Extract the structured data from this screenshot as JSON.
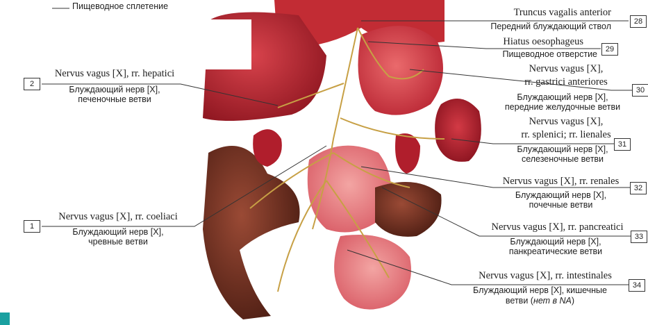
{
  "top_left_caption": "Пищеводное сплетение",
  "labels": {
    "n28": {
      "num": "28",
      "latin": "Truncus vagalis anterior",
      "russian": "Передний блуждающий ствол"
    },
    "n29": {
      "num": "29",
      "latin": "Hiatus oesophageus",
      "russian": "Пищеводное отверстие"
    },
    "n2": {
      "num": "2",
      "latin": "Nervus vagus [X], rr. hepatici",
      "russian_1": "Блуждающий нерв [X],",
      "russian_2": "печеночные ветви"
    },
    "n30": {
      "num": "30",
      "latin_1": "Nervus vagus [X],",
      "latin_2": "rr. gastrici anteriores",
      "russian_1": "Блуждающий нерв [X],",
      "russian_2": "передние желудочные ветви"
    },
    "n31": {
      "num": "31",
      "latin_1": "Nervus vagus [X],",
      "latin_2": "rr. splenici; rr. lienales",
      "russian_1": "Блуждающий нерв [X],",
      "russian_2": "селезеночные ветви"
    },
    "n32": {
      "num": "32",
      "latin": "Nervus vagus [X], rr. renales",
      "russian_1": "Блуждающий нерв [X],",
      "russian_2": "почечные ветви"
    },
    "n1": {
      "num": "1",
      "latin": "Nervus vagus [X], rr. coeliaci",
      "russian_1": "Блуждающий нерв [X],",
      "russian_2": "чревные ветви"
    },
    "n33": {
      "num": "33",
      "latin": "Nervus vagus [X], rr. pancreatici",
      "russian_1": "Блуждающий нерв [X],",
      "russian_2": "панкреатические ветви"
    },
    "n34": {
      "num": "34",
      "latin": "Nervus vagus [X], rr. intestinales",
      "russian_1": "Блуждающий нерв [X], кишечные",
      "russian_2a": "ветви (",
      "russian_2b": "нет в NA",
      "russian_2c": ")"
    }
  },
  "colors": {
    "liver": "#b5202a",
    "stomach": "#d8404a",
    "colon": "#6b2c1e",
    "intestine": "#e67a7e",
    "spleen": "#b01e2c",
    "nerve": "#c7a045",
    "leader_line": "#333333",
    "accent": "#1aa0a0"
  }
}
